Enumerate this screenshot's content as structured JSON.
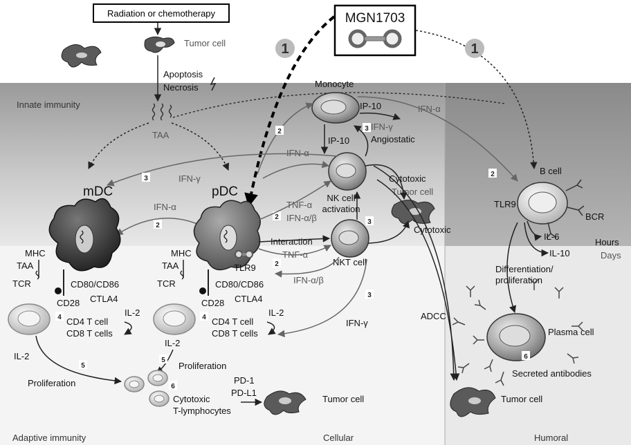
{
  "zones": {
    "innate": "Innate immunity",
    "adaptive": "Adaptive immunity",
    "cellular": "Cellular",
    "humoral": "Humoral",
    "hours": "Hours",
    "days": "Days"
  },
  "top": {
    "radiation": "Radiation or chemotherapy",
    "mgn": "MGN1703",
    "tumor_cell": "Tumor cell",
    "apoptosis": "Apoptosis",
    "necrosis": "Necrosis",
    "taa": "TAA",
    "step1_left": "1",
    "step1_right": "1"
  },
  "cells": {
    "mdc": "mDC",
    "pdc": "pDC",
    "monocyte": "Monocyte",
    "nk_activation_1": "NK cell",
    "nk_activation_2": "activation",
    "nkt": "NKT cell",
    "bcell": "B cell",
    "plasma": "Plasma cell",
    "ctl_1": "Cytotoxic",
    "ctl_2": "T-lymphocytes",
    "tumor_cytotoxic": "Tumor cell",
    "tumor_pd": "Tumor cell",
    "tumor_adcc": "Tumor cell"
  },
  "labels": {
    "ip10_a": "IP-10",
    "ip10_b": "IP-10",
    "ifng_angio": "IFN-γ",
    "angiostatic": "Angiostatic",
    "ifna_top": "IFN-α",
    "ifna_nk": "IFN-α",
    "ifng_mdc": "IFN-γ",
    "ifna_mdc": "IFN-α",
    "tnfa_1": "TNF-α",
    "ifnab_1": "IFN-α/β",
    "interaction": "Interaction",
    "tnfa_2": "TNF-α",
    "ifnab_2": "IFN-α/β",
    "cytotoxic_1": "Cytotoxic",
    "cytotoxic_2": "Cytotoxic",
    "tlr9_p": "TLR9",
    "tlr9_b": "TLR9",
    "bcr": "BCR",
    "il6": "IL-6",
    "il10": "IL-10",
    "diff_1": "Differentiation/",
    "diff_2": "proliferation",
    "secreted": "Secreted antibodies",
    "adcc": "ADCC",
    "ifng_bottom": "IFN-γ",
    "mhc_l": "MHC",
    "taa_l": "TAA",
    "tcr_l": "TCR",
    "cd8086_l": "CD80/CD86",
    "cd28_l": "CD28",
    "ctla4_l": "CTLA4",
    "mhc_r": "MHC",
    "taa_r": "TAA",
    "tcr_r": "TCR",
    "cd8086_r": "CD80/CD86",
    "cd28_r": "CD28",
    "ctla4_r": "CTLA4",
    "cd4_l": "CD4 T cell",
    "cd8_l": "CD8 T cells",
    "il2_l": "IL-2",
    "cd4_r": "CD4 T cell",
    "cd8_r": "CD8 T cells",
    "il2_r": "IL-2",
    "il2_below_r": "IL-2",
    "il2_far_l": "IL-2",
    "proliferation_l": "Proliferation",
    "proliferation_r": "Proliferation",
    "pd1": "PD-1",
    "pdl1": "PD-L1"
  },
  "steps": {
    "s2_mono": "2",
    "s3_mono": "3",
    "s3_mdc": "3",
    "s2_mdc": "2",
    "s2_tnf": "2",
    "s2_nkt": "2",
    "s3_nk": "3",
    "s3_bottom": "3",
    "s2_b": "2",
    "s4_l": "4",
    "s4_r": "4",
    "s5_l": "5",
    "s5_r": "5",
    "s6_ctl": "6",
    "s6_plasma": "6"
  }
}
